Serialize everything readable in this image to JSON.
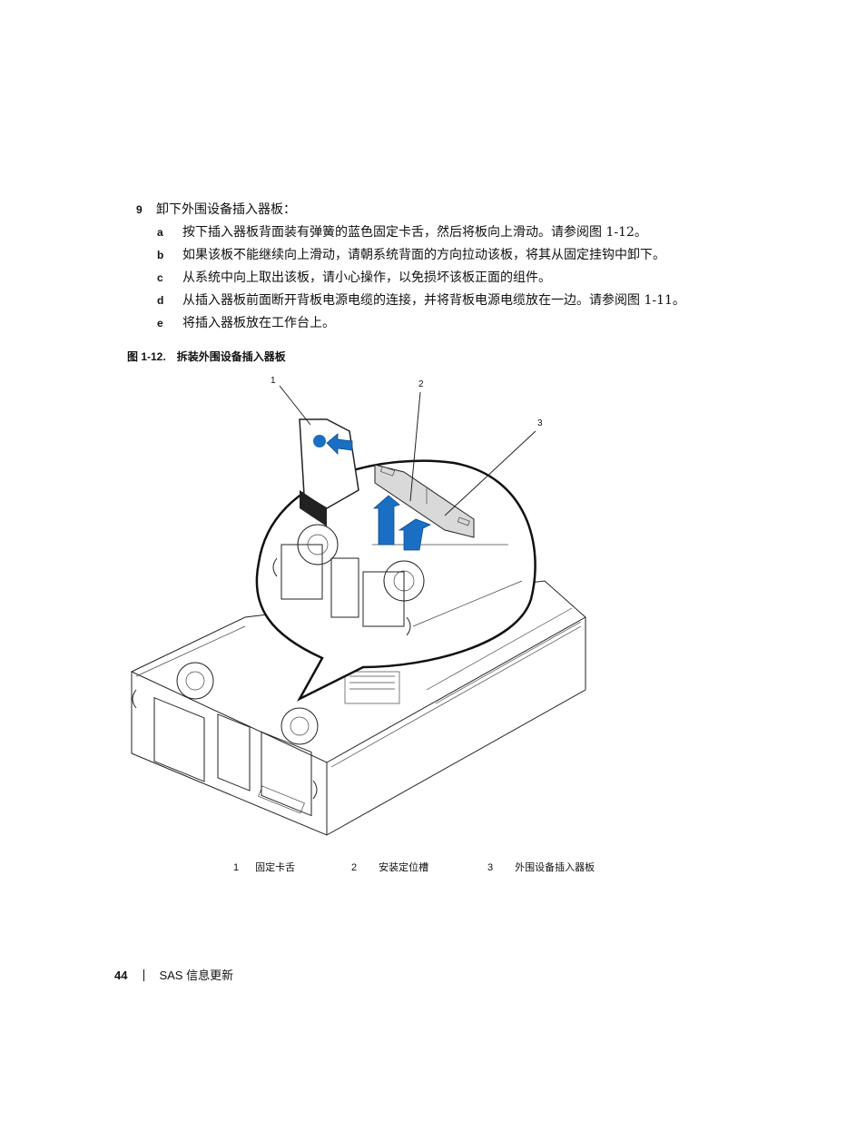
{
  "step": {
    "number": "9",
    "text": "卸下外围设备插入器板：",
    "substeps": [
      {
        "letter": "a",
        "text": "按下插入器板背面装有弹簧的蓝色固定卡舌，然后将板向上滑动。请参阅图 1-12。"
      },
      {
        "letter": "b",
        "text": "如果该板不能继续向上滑动，请朝系统背面的方向拉动该板，将其从固定挂钩中卸下。"
      },
      {
        "letter": "c",
        "text": "从系统中向上取出该板，请小心操作，以免损坏该板正面的组件。"
      },
      {
        "letter": "d",
        "text": "从插入器板前面断开背板电源电缆的连接，并将背板电源电缆放在一边。请参阅图 1-11。"
      },
      {
        "letter": "e",
        "text": "将插入器板放在工作台上。"
      }
    ]
  },
  "figure": {
    "label": "图 1-12.",
    "title": "拆装外围设备插入器板",
    "callouts": [
      "1",
      "2",
      "3"
    ],
    "legend": [
      {
        "num": "1",
        "text": "固定卡舌"
      },
      {
        "num": "2",
        "text": "安装定位槽"
      },
      {
        "num": "3",
        "text": "外围设备插入器板"
      }
    ]
  },
  "footer": {
    "page": "44",
    "section": "SAS 信息更新"
  },
  "colors": {
    "arrow_blue": "#1a6fc4",
    "text": "#111111"
  }
}
